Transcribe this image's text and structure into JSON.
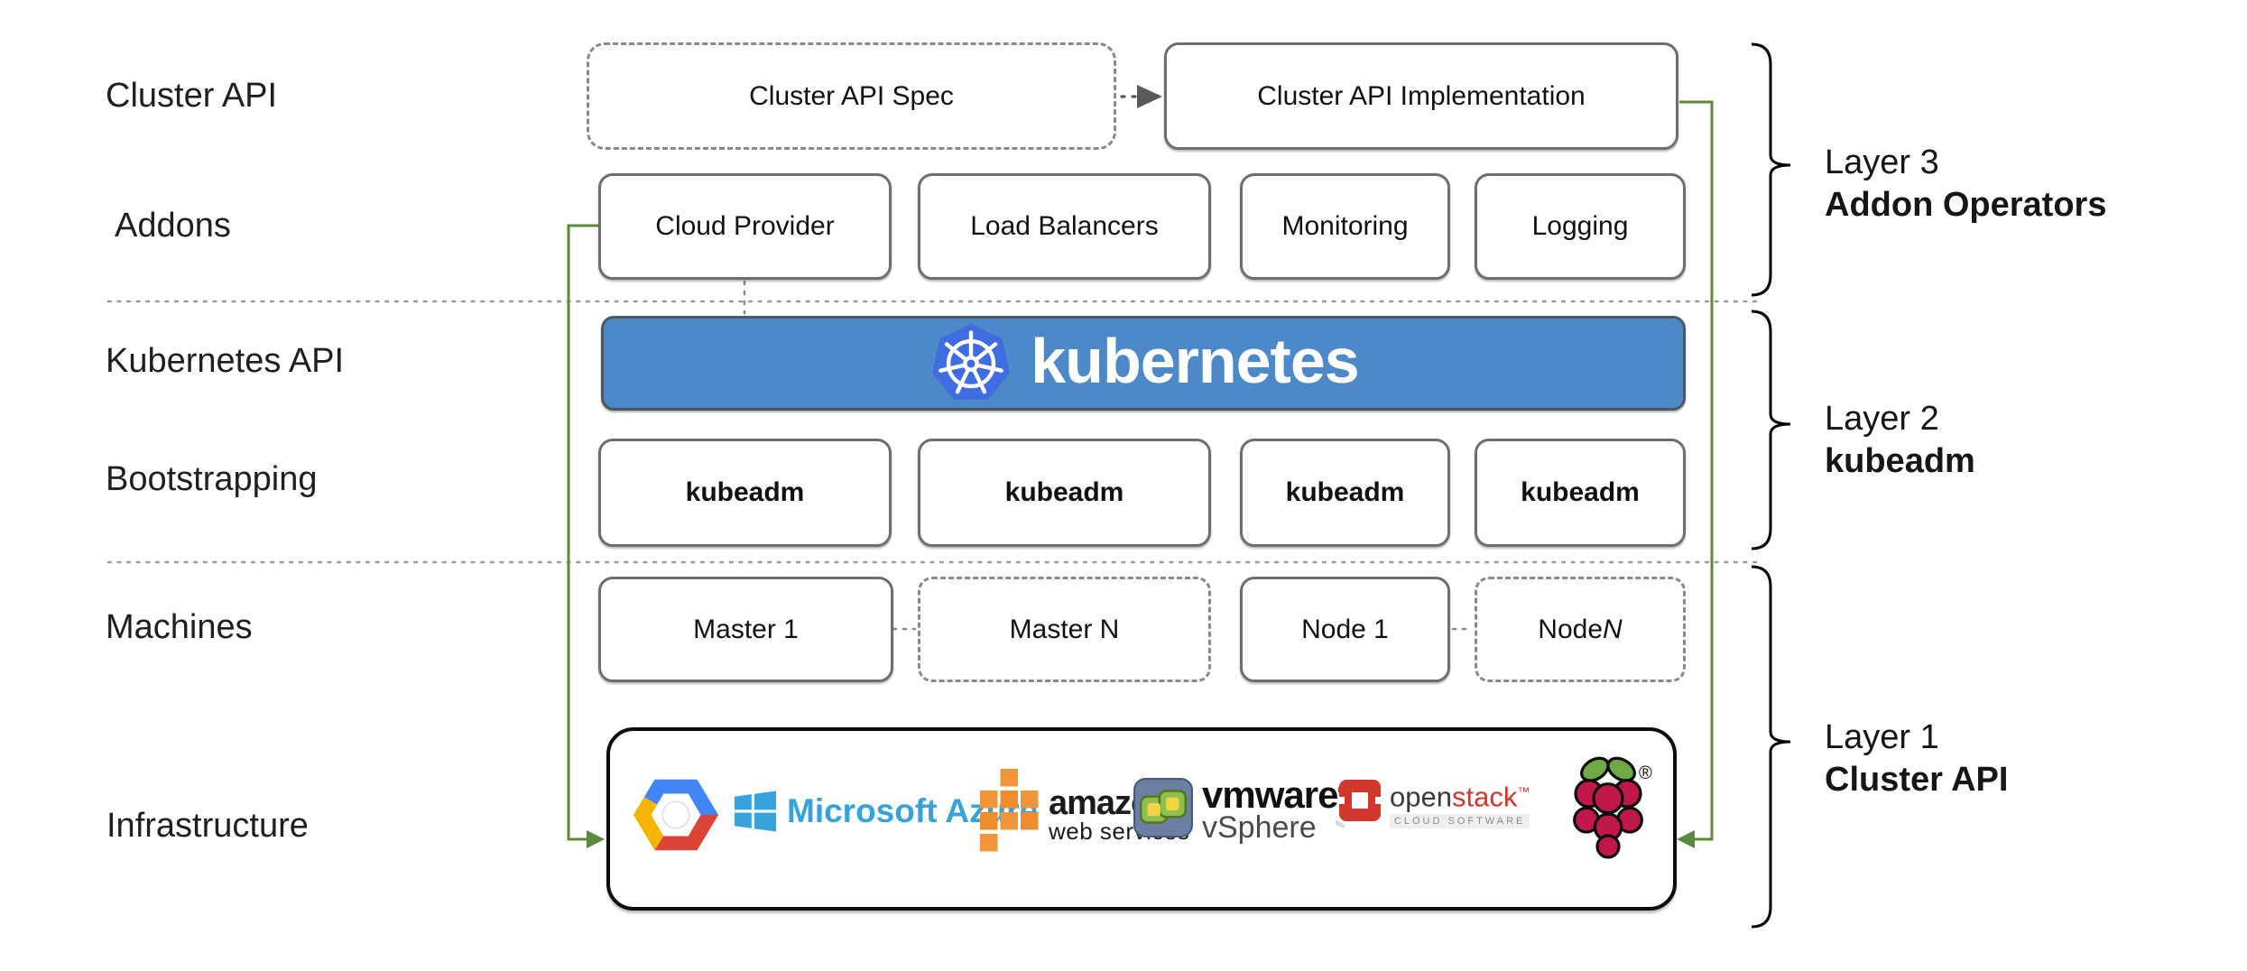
{
  "left_labels": [
    "Cluster API",
    "Addons",
    "Kubernetes API",
    "Bootstrapping",
    "Machines",
    "Infrastructure"
  ],
  "cluster_api_row": {
    "spec_label": "Cluster API Spec",
    "implementation_label": "Cluster API Implementation"
  },
  "addons_row": {
    "items": [
      "Cloud Provider",
      "Load Balancers",
      "Monitoring",
      "Logging"
    ]
  },
  "kubernetes_banner": {
    "brand": "kubernetes"
  },
  "bootstrapping_row": {
    "items": [
      "kubeadm",
      "kubeadm",
      "kubeadm",
      "kubeadm"
    ]
  },
  "machines_row": {
    "items": [
      {
        "prefix": "Master 1",
        "suffix": ""
      },
      {
        "prefix": "Master N",
        "suffix": ""
      },
      {
        "prefix": "Node 1",
        "suffix": ""
      },
      {
        "prefix": "Node ",
        "suffix": "N"
      }
    ]
  },
  "infrastructure": {
    "providers": [
      {
        "name": "google-cloud-platform"
      },
      {
        "name": "microsoft-azure",
        "text": "Microsoft Azure"
      },
      {
        "name": "amazon-web-services",
        "text_main": "amazon",
        "text_sub": "web services"
      },
      {
        "name": "vmware-vsphere",
        "text_main": "vmware",
        "reg": "®",
        "text_sub": "vSphere"
      },
      {
        "name": "openstack",
        "text_open": "open",
        "text_stack": "stack",
        "tm": "™",
        "text_sub": "CLOUD SOFTWARE"
      },
      {
        "name": "raspberry-pi",
        "reg": "®"
      }
    ]
  },
  "layers": [
    {
      "line1": "Layer 3",
      "line2": "Addon Operators"
    },
    {
      "line1": "Layer 2",
      "line2": "kubeadm"
    },
    {
      "line1": "Layer 1",
      "line2": "Cluster API"
    }
  ],
  "colors": {
    "banner_blue": "#4d89c9",
    "k8s_logo_blue": "#3f6ce0",
    "green": "#5b8a3c",
    "azure_blue": "#36a3dd",
    "aws_orange": "#f0953a",
    "openstack_red": "#d2372c",
    "raspberry_red": "#bf1849",
    "leaf_green": "#6fa943",
    "gcp_blue": "#4285f4",
    "gcp_red": "#db4437",
    "gcp_yellow": "#f5b400"
  }
}
